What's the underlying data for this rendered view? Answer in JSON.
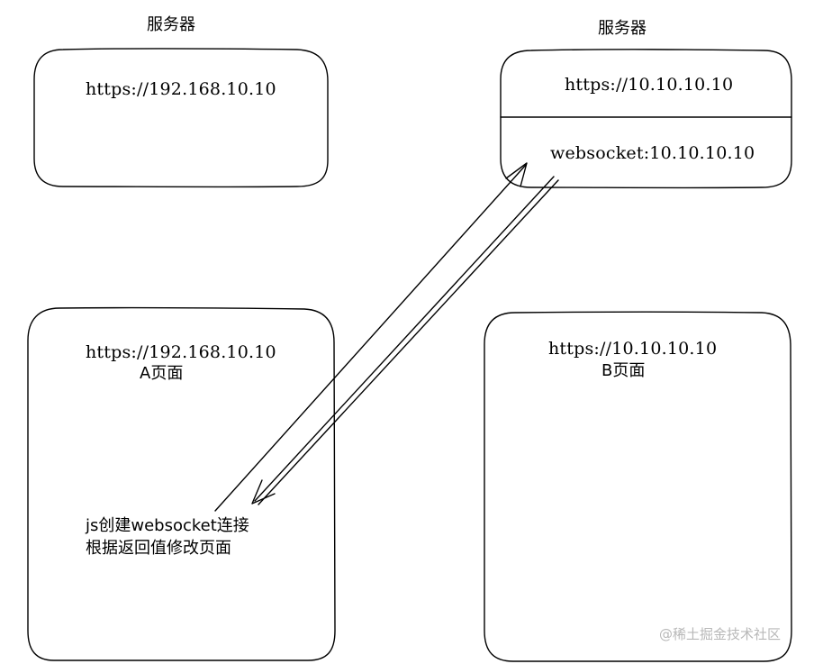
{
  "diagram": {
    "top_left_server": {
      "title": "服务器",
      "url": "https://192.168.10.10"
    },
    "top_right_server": {
      "title": "服务器",
      "url": "https://10.10.10.10",
      "websocket": "websocket:10.10.10.10"
    },
    "page_a": {
      "url": "https://192.168.10.10",
      "name": "A页面",
      "note_line1": "js创建websocket连接",
      "note_line2": "根据返回值修改页面"
    },
    "page_b": {
      "url": "https://10.10.10.10",
      "name": "B页面"
    },
    "watermark": "@稀土掘金技术社区",
    "colors": {
      "stroke": "#000000",
      "background": "#ffffff",
      "watermark": "#b8b8b8"
    }
  }
}
